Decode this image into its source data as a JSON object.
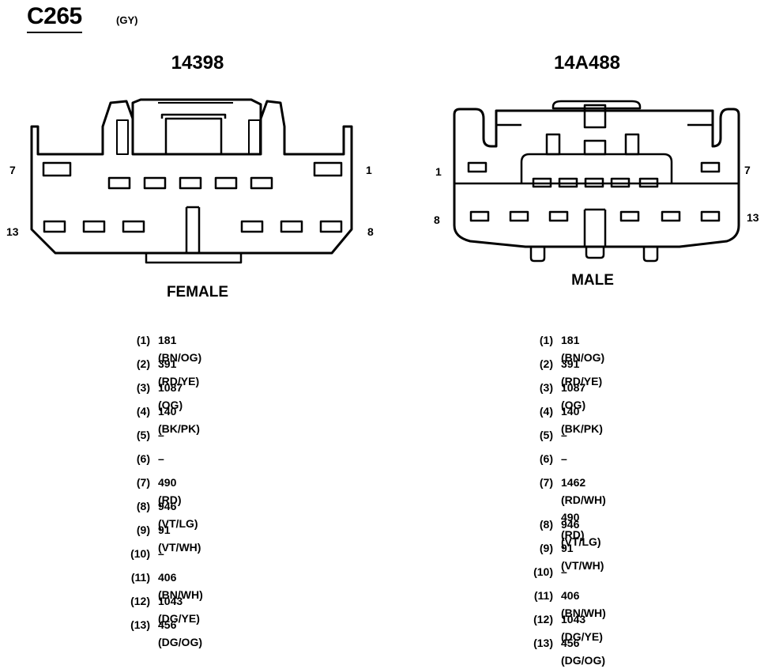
{
  "header": {
    "connector_id": "C265",
    "color_code": "(GY)"
  },
  "left": {
    "part_number": "14398",
    "gender": "FEMALE",
    "pin_labels": {
      "top_left": "7",
      "top_right": "1",
      "bottom_left": "13",
      "bottom_right": "8"
    },
    "pins": [
      {
        "num": "(1)",
        "val": "181 (BN/OG)"
      },
      {
        "num": "(2)",
        "val": "391 (RD/YE)"
      },
      {
        "num": "(3)",
        "val": "1087 (OG)"
      },
      {
        "num": "(4)",
        "val": "140 (BK/PK)"
      },
      {
        "num": "(5)",
        "val": "–"
      },
      {
        "num": "(6)",
        "val": "–"
      },
      {
        "num": "(7)",
        "val": "490 (RD)"
      },
      {
        "num": "(8)",
        "val": "946 (VT/LG)"
      },
      {
        "num": "(9)",
        "val": "91 (VT/WH)"
      },
      {
        "num": "(10)",
        "val": "–"
      },
      {
        "num": "(11)",
        "val": "406 (BN/WH)"
      },
      {
        "num": "(12)",
        "val": "1043 (DG/YE)"
      },
      {
        "num": "(13)",
        "val": "456 (DG/OG)"
      }
    ]
  },
  "right": {
    "part_number": "14A488",
    "gender": "MALE",
    "pin_labels": {
      "top_left": "1",
      "top_right": "7",
      "bottom_left": "8",
      "bottom_right": "13"
    },
    "pins": [
      {
        "num": "(1)",
        "val": "181 (BN/OG)"
      },
      {
        "num": "(2)",
        "val": "391 (RD/YE)"
      },
      {
        "num": "(3)",
        "val": "1087 (OG)"
      },
      {
        "num": "(4)",
        "val": "140 (BK/PK)"
      },
      {
        "num": "(5)",
        "val": "–"
      },
      {
        "num": "(6)",
        "val": "–"
      },
      {
        "num": "(7)",
        "val": "1462 (RD/WH)\n490 (RD)"
      },
      {
        "num": "(8)",
        "val": "946 (VT/LG)"
      },
      {
        "num": "(9)",
        "val": "91 (VT/WH)"
      },
      {
        "num": "(10)",
        "val": "–"
      },
      {
        "num": "(11)",
        "val": "406 (BN/WH)"
      },
      {
        "num": "(12)",
        "val": "1043 (DG/YE)"
      },
      {
        "num": "(13)",
        "val": "456 (DG/OG)"
      }
    ]
  }
}
